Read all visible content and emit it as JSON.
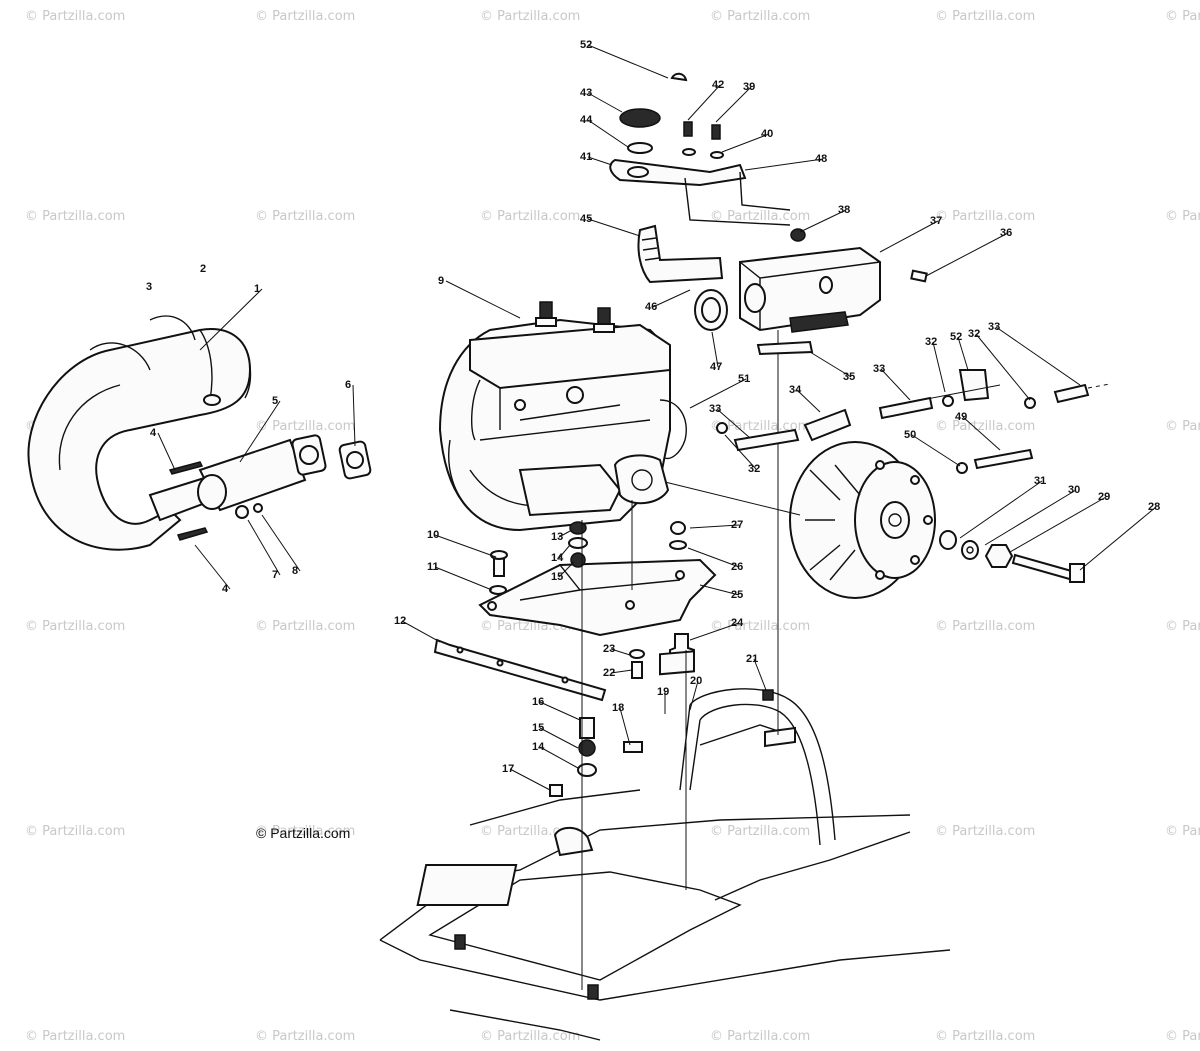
{
  "watermark": {
    "text": "© Partzilla.com"
  },
  "credit": {
    "text": "© Partzilla.com"
  },
  "callouts": [
    "52",
    "43",
    "42",
    "39",
    "44",
    "40",
    "41",
    "48",
    "38",
    "45",
    "37",
    "36",
    "9",
    "46",
    "47",
    "3",
    "2",
    "1",
    "35",
    "32",
    "52",
    "32",
    "33",
    "33",
    "34",
    "51",
    "6",
    "5",
    "33",
    "49",
    "50",
    "4",
    "32",
    "31",
    "30",
    "29",
    "28",
    "27",
    "13",
    "14",
    "26",
    "10",
    "15",
    "11",
    "25",
    "7",
    "8",
    "4",
    "12",
    "24",
    "23",
    "22",
    "21",
    "19",
    "20",
    "18",
    "16",
    "15",
    "14",
    "17"
  ],
  "palette": {
    "ink": "#111111",
    "paper": "#ffffff",
    "watermark": "#c8c8c8"
  },
  "icons": [
    "copyright-icon"
  ]
}
